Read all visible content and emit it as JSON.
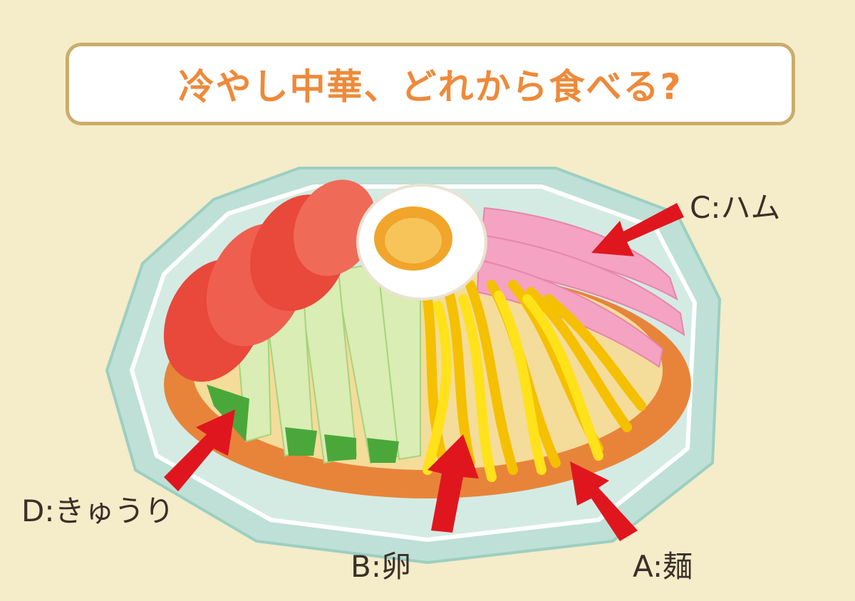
{
  "title": "冷やし中華、どれから食べる?",
  "labels": {
    "c": "C:ハム",
    "d": "D:きゅうり",
    "b": "B:卵",
    "a": "A:麺"
  },
  "colors": {
    "background": "#f5ecc9",
    "title_text": "#ee8a3a",
    "title_border": "#c9ad6a",
    "arrow": "#e0161f",
    "plate": "#bfe0d6",
    "tomato": "#e8493b",
    "egg_yolk": "#f1a52a",
    "ham": "#f4a3c2",
    "noodle_egg": "#ffe21a",
    "cucumber": "#d9edb4"
  }
}
